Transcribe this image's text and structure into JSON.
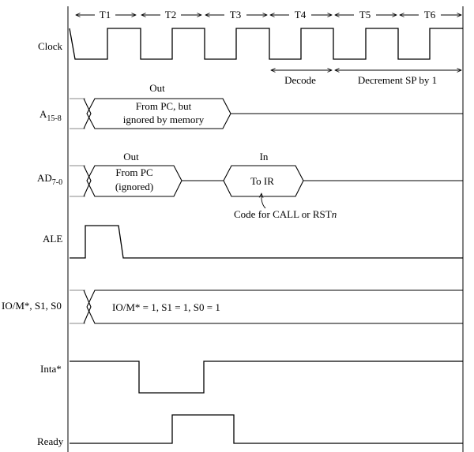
{
  "periods": [
    "T1",
    "T2",
    "T3",
    "T4",
    "T5",
    "T6"
  ],
  "phase_labels": {
    "decode": "Decode",
    "decrement": "Decrement SP by 1"
  },
  "signals": {
    "clock": "Clock",
    "a15_8": {
      "main": "A",
      "sub": "15-8"
    },
    "ad7_0": {
      "main": "AD",
      "sub": "7-0"
    },
    "ale": "ALE",
    "iom_status": "IO/M*, S1, S0",
    "inta": "Inta*",
    "ready": "Ready"
  },
  "a15_8_bus": {
    "dir": "Out",
    "line1": "From PC, but",
    "line2": "ignored by memory"
  },
  "ad7_0_out": {
    "dir": "Out",
    "line1": "From PC",
    "line2": "(ignored)"
  },
  "ad7_0_in": {
    "dir": "In",
    "text": "To IR",
    "callout": "Code for CALL or RST",
    "callout_italic": "n"
  },
  "status_value": "IO/M* = 1, S1 = 1, S0 = 1"
}
